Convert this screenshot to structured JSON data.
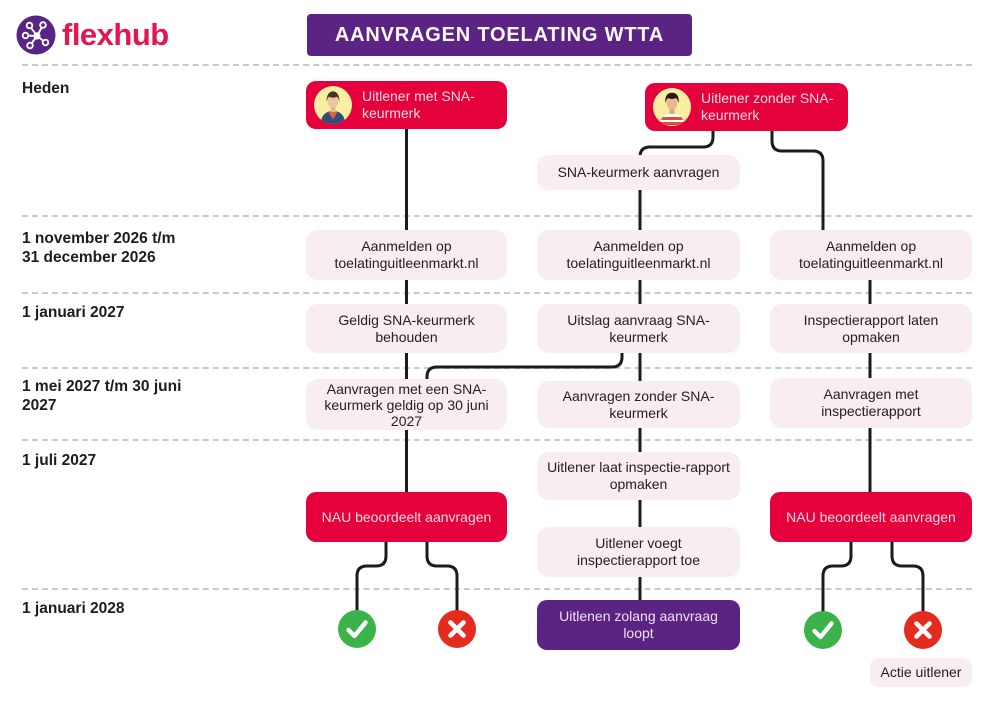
{
  "brand": {
    "name": "flexhub",
    "logo_icon": "network-hub-icon"
  },
  "header": {
    "title": "AANVRAGEN TOELATING WTTA"
  },
  "timeline": [
    {
      "line1": "Heden",
      "line2": ""
    },
    {
      "line1": "1 november 2026 t/m",
      "line2": "31 december 2026"
    },
    {
      "line1": "1 januari 2027",
      "line2": ""
    },
    {
      "line1": "1 mei 2027 t/m 30 juni",
      "line2": "2027"
    },
    {
      "line1": "1 juli 2027",
      "line2": ""
    },
    {
      "line1": "1 januari 2028",
      "line2": ""
    }
  ],
  "nodes": {
    "uitlener_met": "Uitlener met SNA-keurmerk",
    "uitlener_zonder": "Uitlener zonder SNA-keurmerk",
    "sna_aanvragen": "SNA-keurmerk aanvragen",
    "aanmelden": "Aanmelden op toelatinguitleenmarkt.nl",
    "geldig_behouden": "Geldig SNA-keurmerk behouden",
    "uitslag": "Uitslag aanvraag SNA-keurmerk",
    "inspectie_opmaken": "Inspectierapport laten opmaken",
    "aanvragen_met_sna": "Aanvragen met een SNA-keurmerk geldig op 30 juni 2027",
    "aanvragen_zonder_sna": "Aanvragen zonder SNA-keurmerk",
    "aanvragen_met_rapport": "Aanvragen met inspectierapport",
    "uitlener_laat": "Uitlener laat inspectie-rapport opmaken",
    "nau_beoordeelt": "NAU beoordeelt aanvragen",
    "uitlener_voegt": "Uitlener voegt inspectierapport toe",
    "uitlenen_zolang": "Uitlenen zolang aanvraag loopt",
    "actie_uitlener": "Actie uitlener"
  },
  "icons": {
    "approved": "check-circle-icon",
    "rejected": "cross-circle-icon",
    "actor_with_keurmerk": "person-avatar-icon",
    "actor_without_keurmerk": "person-avatar-icon"
  },
  "colors": {
    "primary_crimson": "#e4013c",
    "purple": "#5b2383",
    "light_pink": "#f8edf3",
    "brand_pink": "#e5164f",
    "ink": "#1d1d1b",
    "green": "#3bb24a",
    "red": "#e52b1d",
    "dash_gray": "#c9c9c9"
  }
}
